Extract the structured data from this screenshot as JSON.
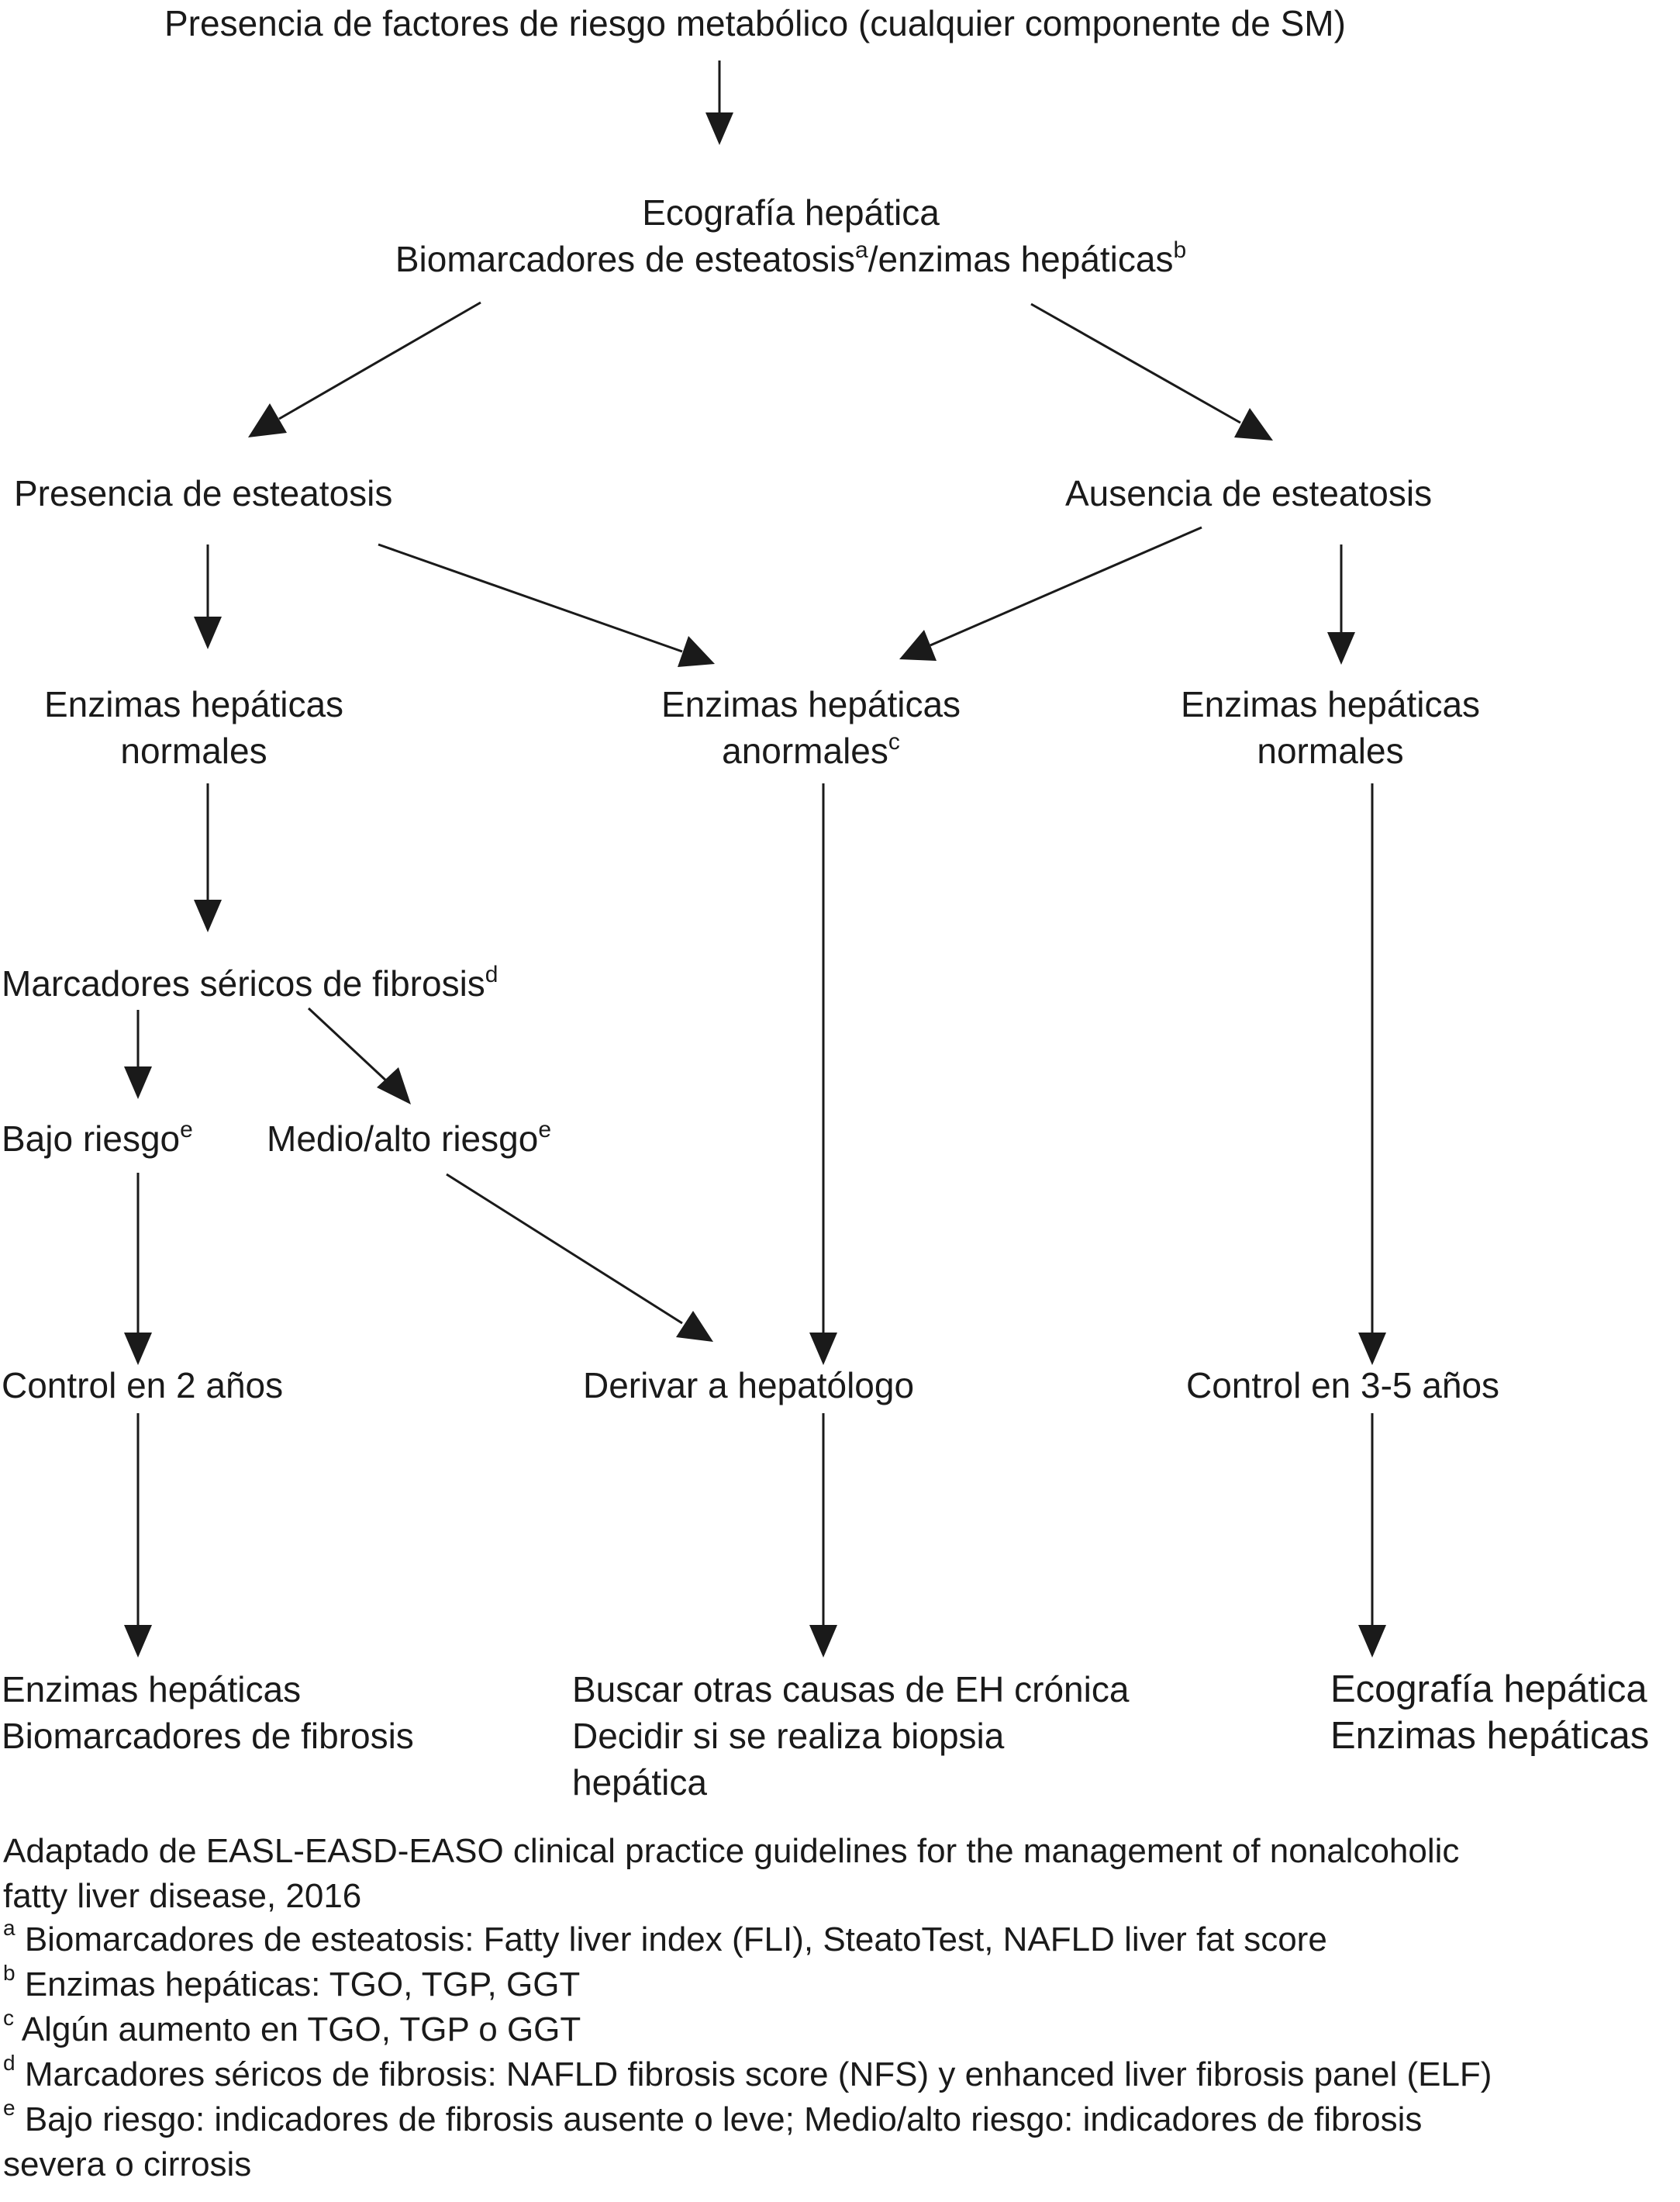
{
  "nodes": {
    "start": "Presencia de factores de riesgo metabólico (cualquier componente de SM)",
    "eco_line1": "Ecografía hepática",
    "eco_line2_a": "Biomarcadores de esteatosis",
    "eco_line2_b": "/enzimas hepáticas",
    "presencia": "Presencia de esteatosis",
    "ausencia": "Ausencia de esteatosis",
    "enz_norm_left_1": "Enzimas hepáticas",
    "enz_norm_left_2": "normales",
    "enz_anorm_1": "Enzimas hepáticas",
    "enz_anorm_2": "anormales",
    "enz_norm_right_1": "Enzimas hepáticas",
    "enz_norm_right_2": "normales",
    "marcadores": "Marcadores séricos de fibrosis",
    "bajo": "Bajo riesgo",
    "medio": "Medio/alto riesgo",
    "control2": "Control en 2 años",
    "derivar": "Derivar a hepatólogo",
    "control35": "Control en 3-5 años",
    "final_left_1": "Enzimas hepáticas",
    "final_left_2": "Biomarcadores de fibrosis",
    "final_mid_1": "Buscar otras causas de EH crónica",
    "final_mid_2": "Decidir si se realiza biopsia",
    "final_mid_3": "hepática",
    "final_right_1": "Ecografía hepática",
    "final_right_2": "Enzimas hepáticas"
  },
  "superscripts": {
    "a": "a",
    "b": "b",
    "c": "c",
    "d": "d",
    "e": "e"
  },
  "footnotes": {
    "source_1": "Adaptado de EASL-EASD-EASO clinical practice guidelines for the management of nonalcoholic",
    "source_2": "fatty liver disease, 2016",
    "a": "Biomarcadores de esteatosis: Fatty liver index (FLI), SteatoTest, NAFLD liver fat score",
    "b": "Enzimas hepáticas: TGO, TGP, GGT",
    "c": "Algún aumento en TGO, TGP o GGT",
    "d": "Marcadores séricos de fibrosis: NAFLD fibrosis score (NFS) y enhanced liver fibrosis panel (ELF)",
    "e_1": "Bajo riesgo: indicadores de fibrosis ausente o leve; Medio/alto riesgo: indicadores de fibrosis",
    "e_2": "severa o cirrosis"
  },
  "colors": {
    "ink": "#1a1a1a",
    "background": "#ffffff"
  }
}
